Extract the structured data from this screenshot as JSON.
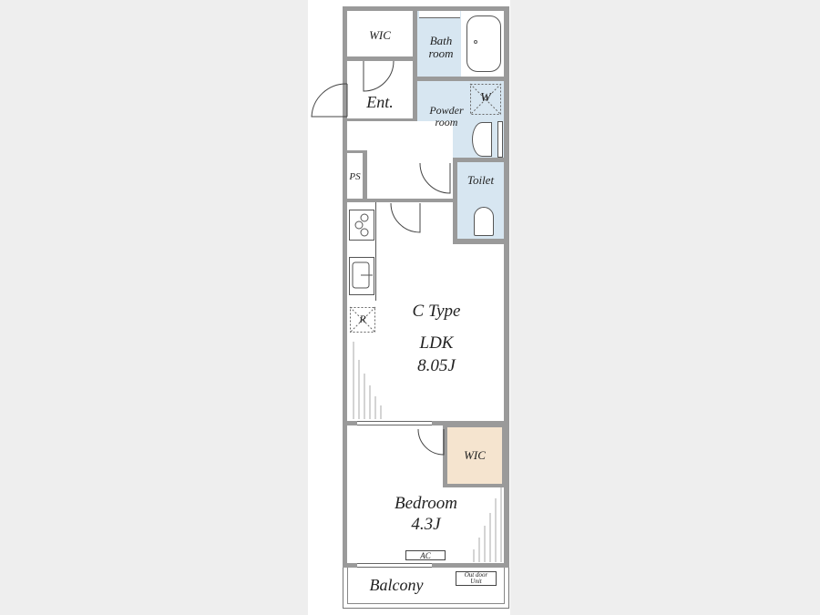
{
  "plan_type": "C Type",
  "rooms": {
    "wic_top": "WIC",
    "bathroom_line1": "Bath",
    "bathroom_line2": "room",
    "entrance": "Ent.",
    "powder_line1": "Powder",
    "powder_line2": "room",
    "washer_mark": "W",
    "ps": "PS",
    "toilet": "Toilet",
    "fridge_mark": "R",
    "ldk_name": "LDK",
    "ldk_size": "8.05J",
    "wic_bedroom": "WIC",
    "bedroom_name": "Bedroom",
    "bedroom_size": "4.3J",
    "ac": "AC",
    "outdoor_unit_line1": "Out door",
    "outdoor_unit_line2": "Unit",
    "balcony": "Balcony"
  },
  "colors": {
    "wet_area": "#d7e6f1",
    "wic": "#f5e4cf",
    "wall": "#9a9a9a"
  }
}
